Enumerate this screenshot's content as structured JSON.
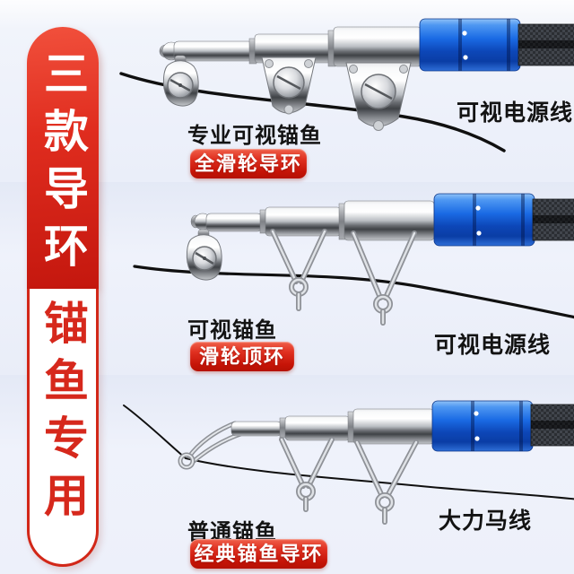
{
  "banner": {
    "primary": "三款导环",
    "secondary": "锚鱼专用"
  },
  "sections": [
    {
      "title": "专业可视锚鱼",
      "badge": "全滑轮导环",
      "line_label": "可视电源线",
      "rod_style": "full-pulley-guides"
    },
    {
      "title": "可视锚鱼",
      "badge": "滑轮顶环",
      "line_label": "可视电源线",
      "rod_style": "pulley-tip-ring"
    },
    {
      "title": "普通锚鱼",
      "badge": "经典锚鱼导环",
      "line_label": "大力马线",
      "rod_style": "classic-wire-guides"
    }
  ],
  "colors": {
    "background": "#eef1fb",
    "banner_red_top": "#f1503c",
    "banner_red_bottom": "#c4170e",
    "badge_red": "#c51407",
    "banner_text_red": "#d6281c",
    "label_black": "#131313",
    "rod_blue": "#1464dd",
    "fishing_line": "#101010"
  }
}
